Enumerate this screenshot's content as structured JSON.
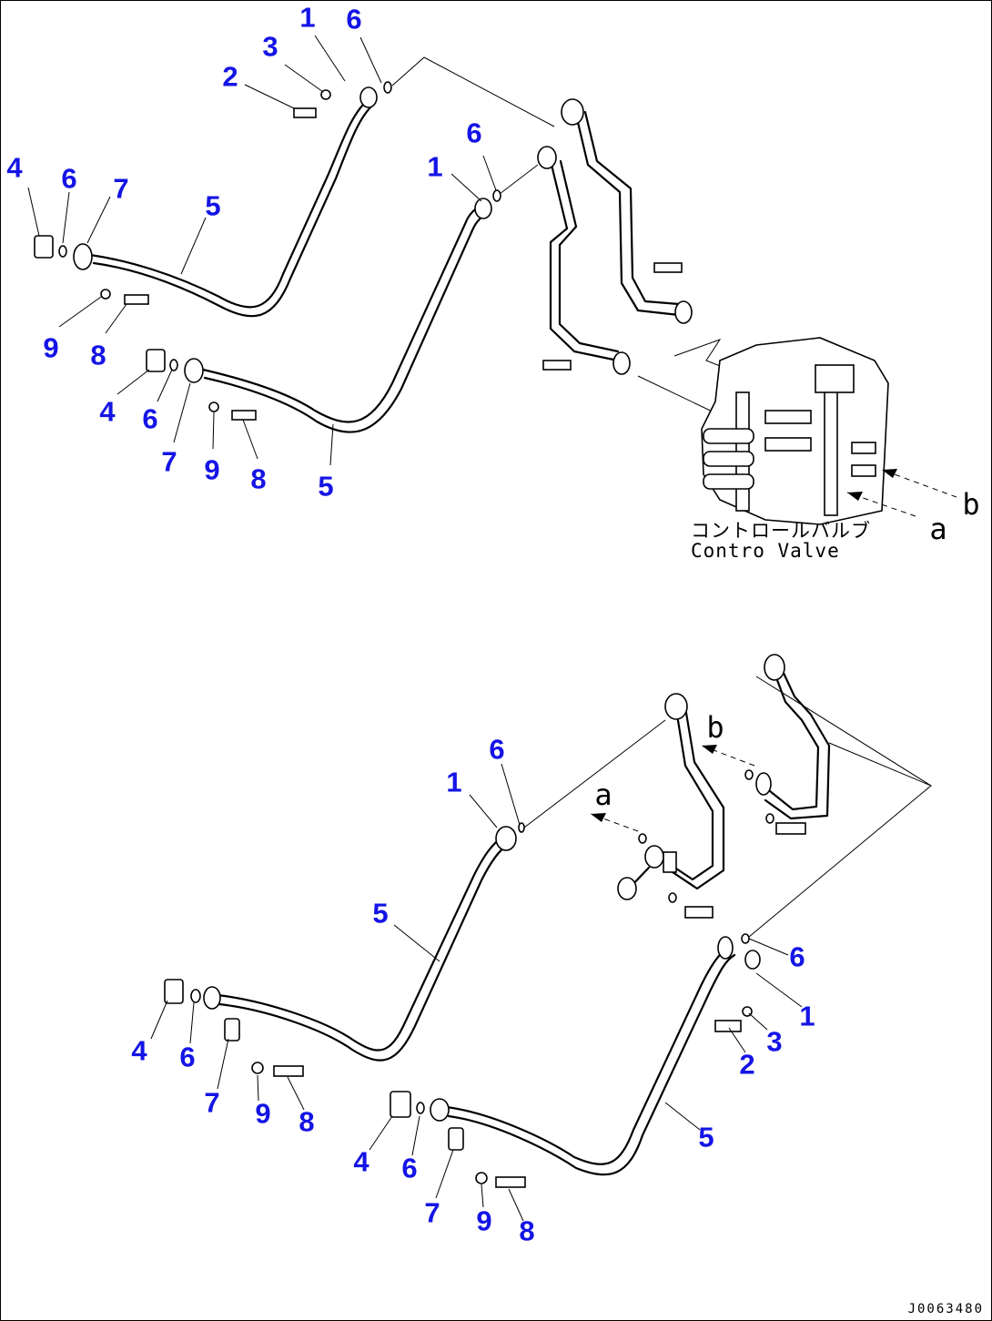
{
  "diagram": {
    "valve_label_jp": "コントロールバルブ",
    "valve_label_en": "Contro Valve",
    "port_labels": {
      "a": "a",
      "b": "b"
    },
    "doc_id": "J0063480"
  },
  "callouts": {
    "top": {
      "u1": "1",
      "u2": "2",
      "u3": "3",
      "u6": "6",
      "m1": "1",
      "m6": "6",
      "l4": "4",
      "l6": "6",
      "l7": "7",
      "l5": "5",
      "l9": "9",
      "l8": "8",
      "k4": "4",
      "k6": "6",
      "k7": "7",
      "k9": "9",
      "k8": "8",
      "k5": "5"
    },
    "bottom": {
      "m6": "6",
      "m1": "1",
      "m5": "5",
      "l4": "4",
      "l6": "6",
      "l7": "7",
      "l9": "9",
      "l8": "8",
      "r6": "6",
      "r1": "1",
      "r3": "3",
      "r2": "2",
      "r5": "5",
      "k4": "4",
      "k6": "6",
      "k7": "7",
      "k9": "9",
      "k8": "8"
    }
  }
}
